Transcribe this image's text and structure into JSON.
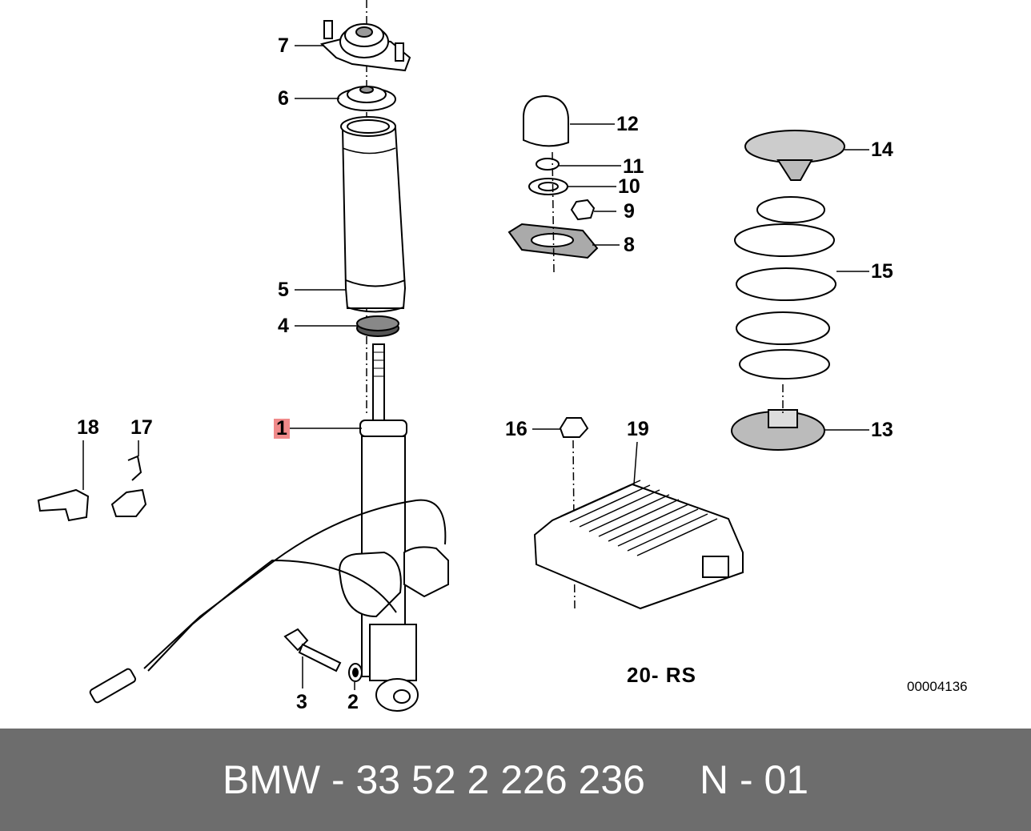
{
  "callouts": {
    "c1": "1",
    "c2": "2",
    "c3": "3",
    "c4": "4",
    "c5": "5",
    "c6": "6",
    "c7": "7",
    "c8": "8",
    "c9": "9",
    "c10": "10",
    "c11": "11",
    "c12": "12",
    "c13": "13",
    "c14": "14",
    "c15": "15",
    "c16": "16",
    "c17": "17",
    "c18": "18",
    "c19": "19"
  },
  "highlighted_callout": "1",
  "variant_label": "20- RS",
  "drawing_number": "00004136",
  "footer": {
    "part_number": "BMW - 33 52 2 226 236",
    "sheet": "N - 01"
  },
  "colors": {
    "highlight": "#f08a8a",
    "footer_bg": "#6d6d6d",
    "footer_text": "#ffffff"
  }
}
